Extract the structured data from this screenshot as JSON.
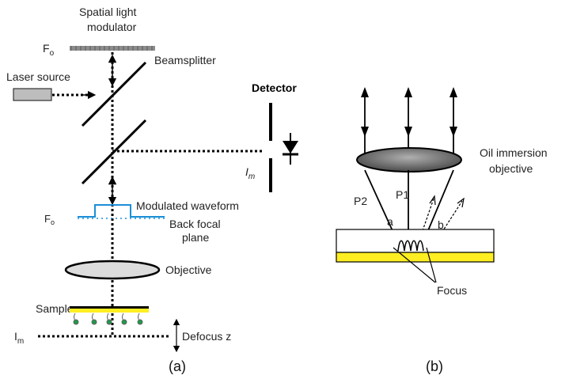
{
  "panel_a": {
    "slm_label_line1": "Spatial light",
    "slm_label_line2": "modulator",
    "fo_label": "F",
    "fo_sub": "o",
    "beamsplitter_label": "Beamsplitter",
    "laser_label": "Laser source",
    "detector_label": "Detector",
    "im_label": "I",
    "im_sub": "m",
    "modulated_label": "Modulated waveform",
    "fo2_label": "F",
    "fo2_sub": "o",
    "backfocal_line1": "Back focal",
    "backfocal_line2": "plane",
    "objective_label": "Objective",
    "sample_label": "Sample",
    "im2_label": "I",
    "im2_sub": "m",
    "defocus_label": "Defocus z",
    "caption": "(a)"
  },
  "panel_b": {
    "objective_line1": "Oil immersion",
    "objective_line2": "objective",
    "p2_label": "P2",
    "p1_label": "P1",
    "a_label": "a",
    "b_label": "b",
    "focus_label": "Focus",
    "caption": "(b)"
  },
  "colors": {
    "sample_yellow": "#ffee22",
    "waveform_blue": "#1a8fd6",
    "particle_green": "#1d9a4a",
    "slm_gray": "#8c8c8c",
    "laser_gray": "#bdbdbd",
    "lens_gray": "#dcdcdc",
    "oil_lens_gray": "#6a6a6a"
  }
}
